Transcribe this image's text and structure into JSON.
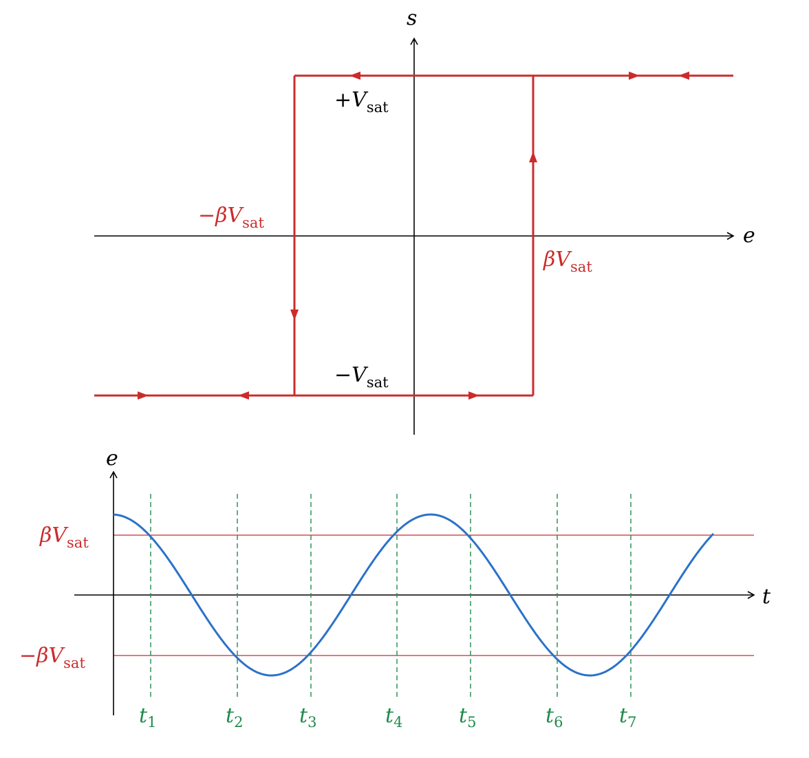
{
  "colors": {
    "axis": "#000000",
    "hysteresis": "#cc2b2b",
    "signal": "#2a72c9",
    "threshold": "#cc2b2b",
    "times": "#1e8a4a"
  },
  "hysteresis": {
    "axis_e": "e",
    "axis_s": "s",
    "plus_vsat": {
      "sign": "+",
      "symbol": "V",
      "sub": "sat"
    },
    "minus_vsat": {
      "sign": "−",
      "symbol": "V",
      "sub": "sat"
    },
    "minus_beta_vsat": {
      "sign": "−",
      "symbol": "βV",
      "sub": "sat"
    },
    "beta_vsat": {
      "sign": "",
      "symbol": "βV",
      "sub": "sat"
    }
  },
  "signal": {
    "axis_e": "e",
    "axis_t": "t",
    "beta_vsat": {
      "sign": "",
      "symbol": "βV",
      "sub": "sat"
    },
    "minus_beta_vsat": {
      "sign": "−",
      "symbol": "βV",
      "sub": "sat"
    },
    "times": [
      {
        "symbol": "t",
        "sub": "1"
      },
      {
        "symbol": "t",
        "sub": "2"
      },
      {
        "symbol": "t",
        "sub": "3"
      },
      {
        "symbol": "t",
        "sub": "4"
      },
      {
        "symbol": "t",
        "sub": "5"
      },
      {
        "symbol": "t",
        "sub": "6"
      },
      {
        "symbol": "t",
        "sub": "7"
      }
    ]
  }
}
